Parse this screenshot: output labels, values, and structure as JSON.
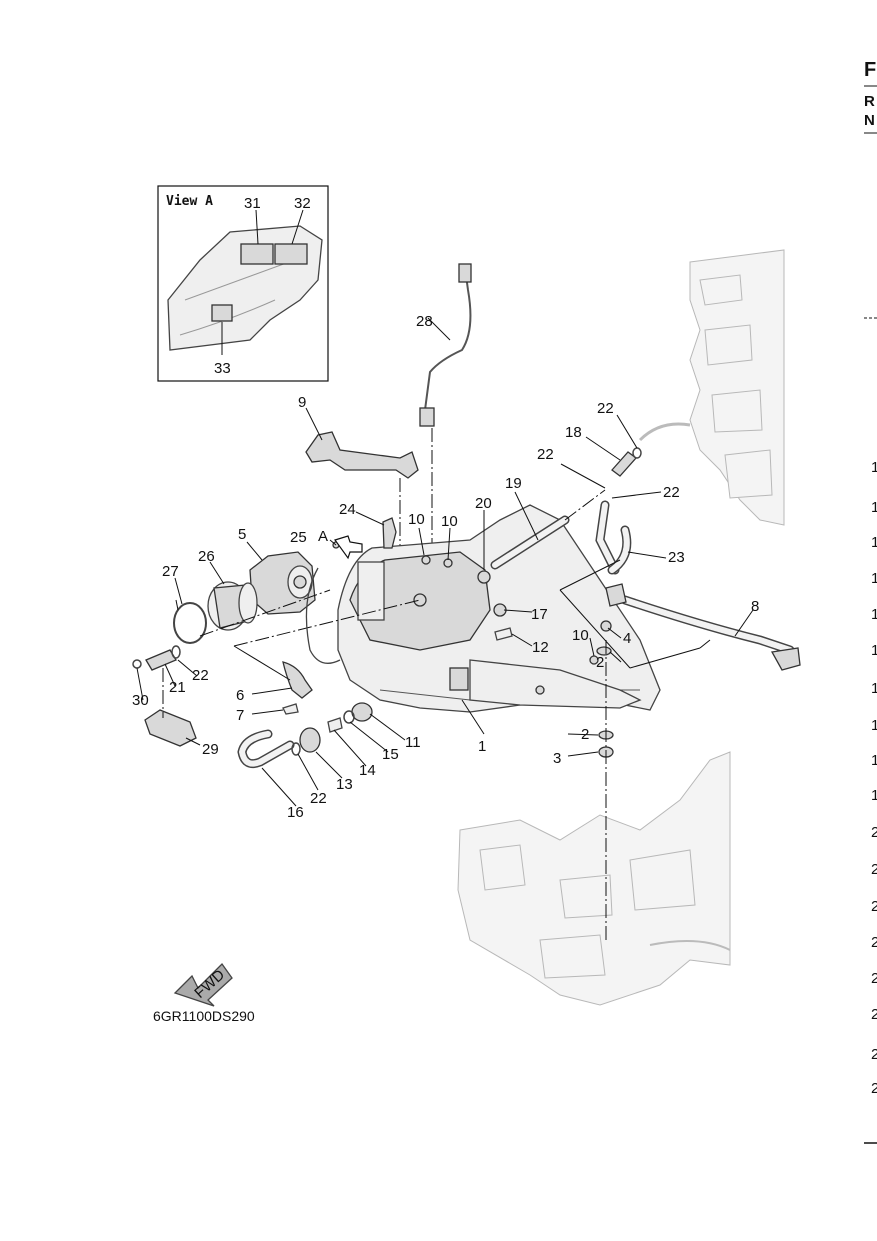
{
  "page": {
    "right_edge_heading": {
      "text1": "F",
      "text2": "R",
      "text3": "N",
      "row_numbers": [
        "1",
        "1",
        "1",
        "1",
        "1",
        "1",
        "1",
        "1",
        "1",
        "1",
        "2",
        "2",
        "2",
        "2",
        "2",
        "2",
        "2",
        "2"
      ]
    }
  },
  "view_a": {
    "title": "View A",
    "callouts": [
      "31",
      "32",
      "33"
    ]
  },
  "diagram": {
    "callouts": [
      "1",
      "2",
      "2",
      "3",
      "4",
      "5",
      "6",
      "7",
      "8",
      "9",
      "10",
      "10",
      "10",
      "11",
      "12",
      "13",
      "14",
      "15",
      "16",
      "17",
      "18",
      "19",
      "20",
      "21",
      "22",
      "22",
      "22",
      "22",
      "22",
      "23",
      "24",
      "25",
      "26",
      "27",
      "28",
      "29",
      "30"
    ],
    "view_pointer": "A",
    "fwd_label": "FWD",
    "drawing_code": "6GR1100DS290"
  }
}
